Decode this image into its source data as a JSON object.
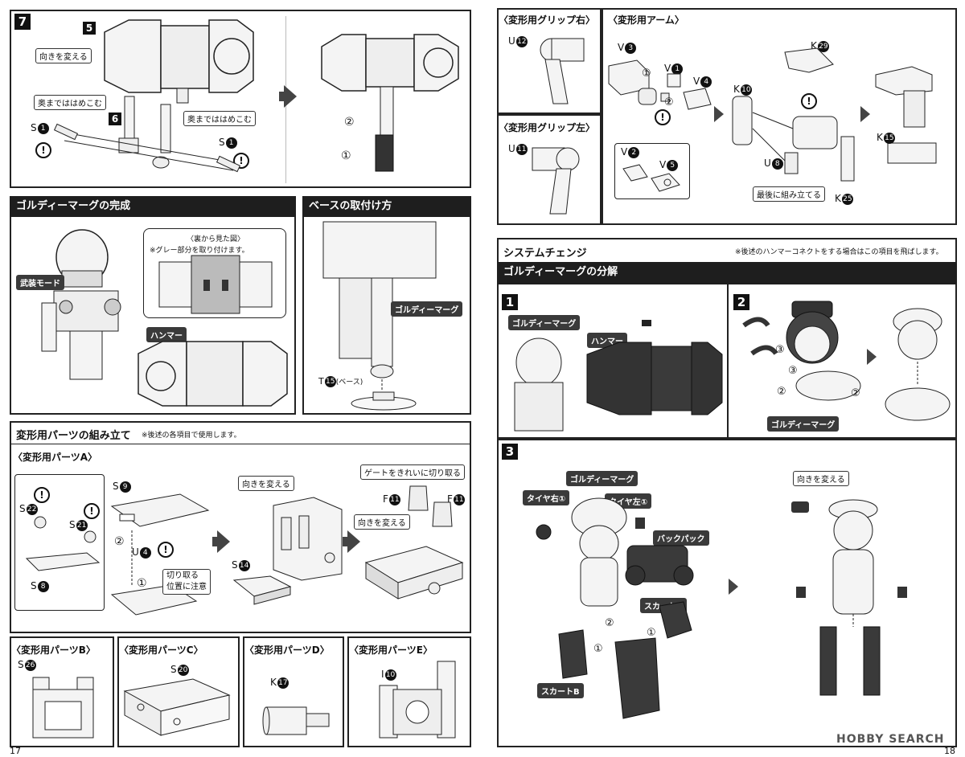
{
  "left_page": {
    "page_number": "17",
    "step7": {
      "number": "7",
      "callout5": "5",
      "callout6": "6",
      "turn_label": "向きを変える",
      "press_in_left": "奥までははめこむ",
      "press_in_right": "奥までははめこむ",
      "part_s1_left": {
        "letter": "S",
        "num": "1"
      },
      "part_s1_right": {
        "letter": "S",
        "num": "1"
      },
      "order1": "①",
      "order2": "②"
    },
    "completion": {
      "title": "ゴルディーマーグの完成",
      "mode_tag": "武装モード",
      "back_view_title": "〈裏から見た図〉",
      "back_view_note": "※グレー部分を取り付けます。",
      "hammer_tag": "ハンマー"
    },
    "base": {
      "title": "ベースの取付け方",
      "name_tag": "ゴルディーマーグ",
      "part": {
        "letter": "T",
        "num": "15",
        "suffix": "(ベース)"
      }
    },
    "transform_parts": {
      "title": "変形用パーツの組み立て",
      "note": "※後述の各項目で使用します。",
      "a": {
        "title": "〈変形用パーツA〉",
        "s22": {
          "letter": "S",
          "num": "22"
        },
        "s21": {
          "letter": "S",
          "num": "21"
        },
        "s8": {
          "letter": "S",
          "num": "8"
        },
        "s9": {
          "letter": "S",
          "num": "9"
        },
        "u4": {
          "letter": "U",
          "num": "4"
        },
        "s14": {
          "letter": "S",
          "num": "14"
        },
        "f11a": {
          "letter": "F",
          "num": "11"
        },
        "f11b": {
          "letter": "F",
          "num": "11"
        },
        "cut_note": "切り取る\n位置に注意",
        "turn_label_1": "向きを変える",
        "turn_label_2": "向きを変える",
        "gate_note": "ゲートをきれいに切り取る",
        "order1": "①",
        "order2": "②"
      },
      "b": {
        "title": "〈変形用パーツB〉",
        "part": {
          "letter": "S",
          "num": "26"
        }
      },
      "c": {
        "title": "〈変形用パーツC〉",
        "part": {
          "letter": "S",
          "num": "20"
        }
      },
      "d": {
        "title": "〈変形用パーツD〉",
        "part": {
          "letter": "K",
          "num": "17"
        }
      },
      "e": {
        "title": "〈変形用パーツE〉",
        "part": {
          "letter": "I",
          "num": "10"
        }
      }
    }
  },
  "right_page": {
    "page_number": "18",
    "grip_right": {
      "title": "〈変形用グリップ右〉",
      "part": {
        "letter": "U",
        "num": "12"
      }
    },
    "grip_left": {
      "title": "〈変形用グリップ左〉",
      "part": {
        "letter": "U",
        "num": "11"
      }
    },
    "arm": {
      "title": "〈変形用アーム〉",
      "v3": {
        "letter": "V",
        "num": "3"
      },
      "v1": {
        "letter": "V",
        "num": "1"
      },
      "v4": {
        "letter": "V",
        "num": "4"
      },
      "v2": {
        "letter": "V",
        "num": "2"
      },
      "v5": {
        "letter": "V",
        "num": "5"
      },
      "k29": {
        "letter": "K",
        "num": "29"
      },
      "k10": {
        "letter": "K",
        "num": "10"
      },
      "u8": {
        "letter": "U",
        "num": "8"
      },
      "k25": {
        "letter": "K",
        "num": "25"
      },
      "k15": {
        "letter": "K",
        "num": "15"
      },
      "last_note": "最後に組み立てる",
      "order1": "①",
      "order2": "②"
    },
    "system_change": {
      "title": "システムチェンジ",
      "note": "※後述のハンマーコネクトをする場合はこの項目を飛ばします。",
      "disassembly_title": "ゴルディーマーグの分解"
    },
    "step1": {
      "number": "1",
      "name_tag": "ゴルディーマーグ",
      "hammer_tag": "ハンマー"
    },
    "step2": {
      "number": "2",
      "name_tag": "ゴルディーマーグ",
      "o2a": "②",
      "o2b": "②",
      "o3a": "③",
      "o3b": "③"
    },
    "step3": {
      "number": "3",
      "name_tag": "ゴルディーマーグ",
      "tire_right": "タイヤ右①",
      "tire_left": "タイヤ左①",
      "backpack": "バックパック",
      "skirt_a": "スカートA",
      "skirt_b": "スカートB",
      "turn_label": "向きを変える",
      "o1a": "①",
      "o1b": "①",
      "o2": "②"
    }
  },
  "watermark": "HOBBY SEARCH"
}
